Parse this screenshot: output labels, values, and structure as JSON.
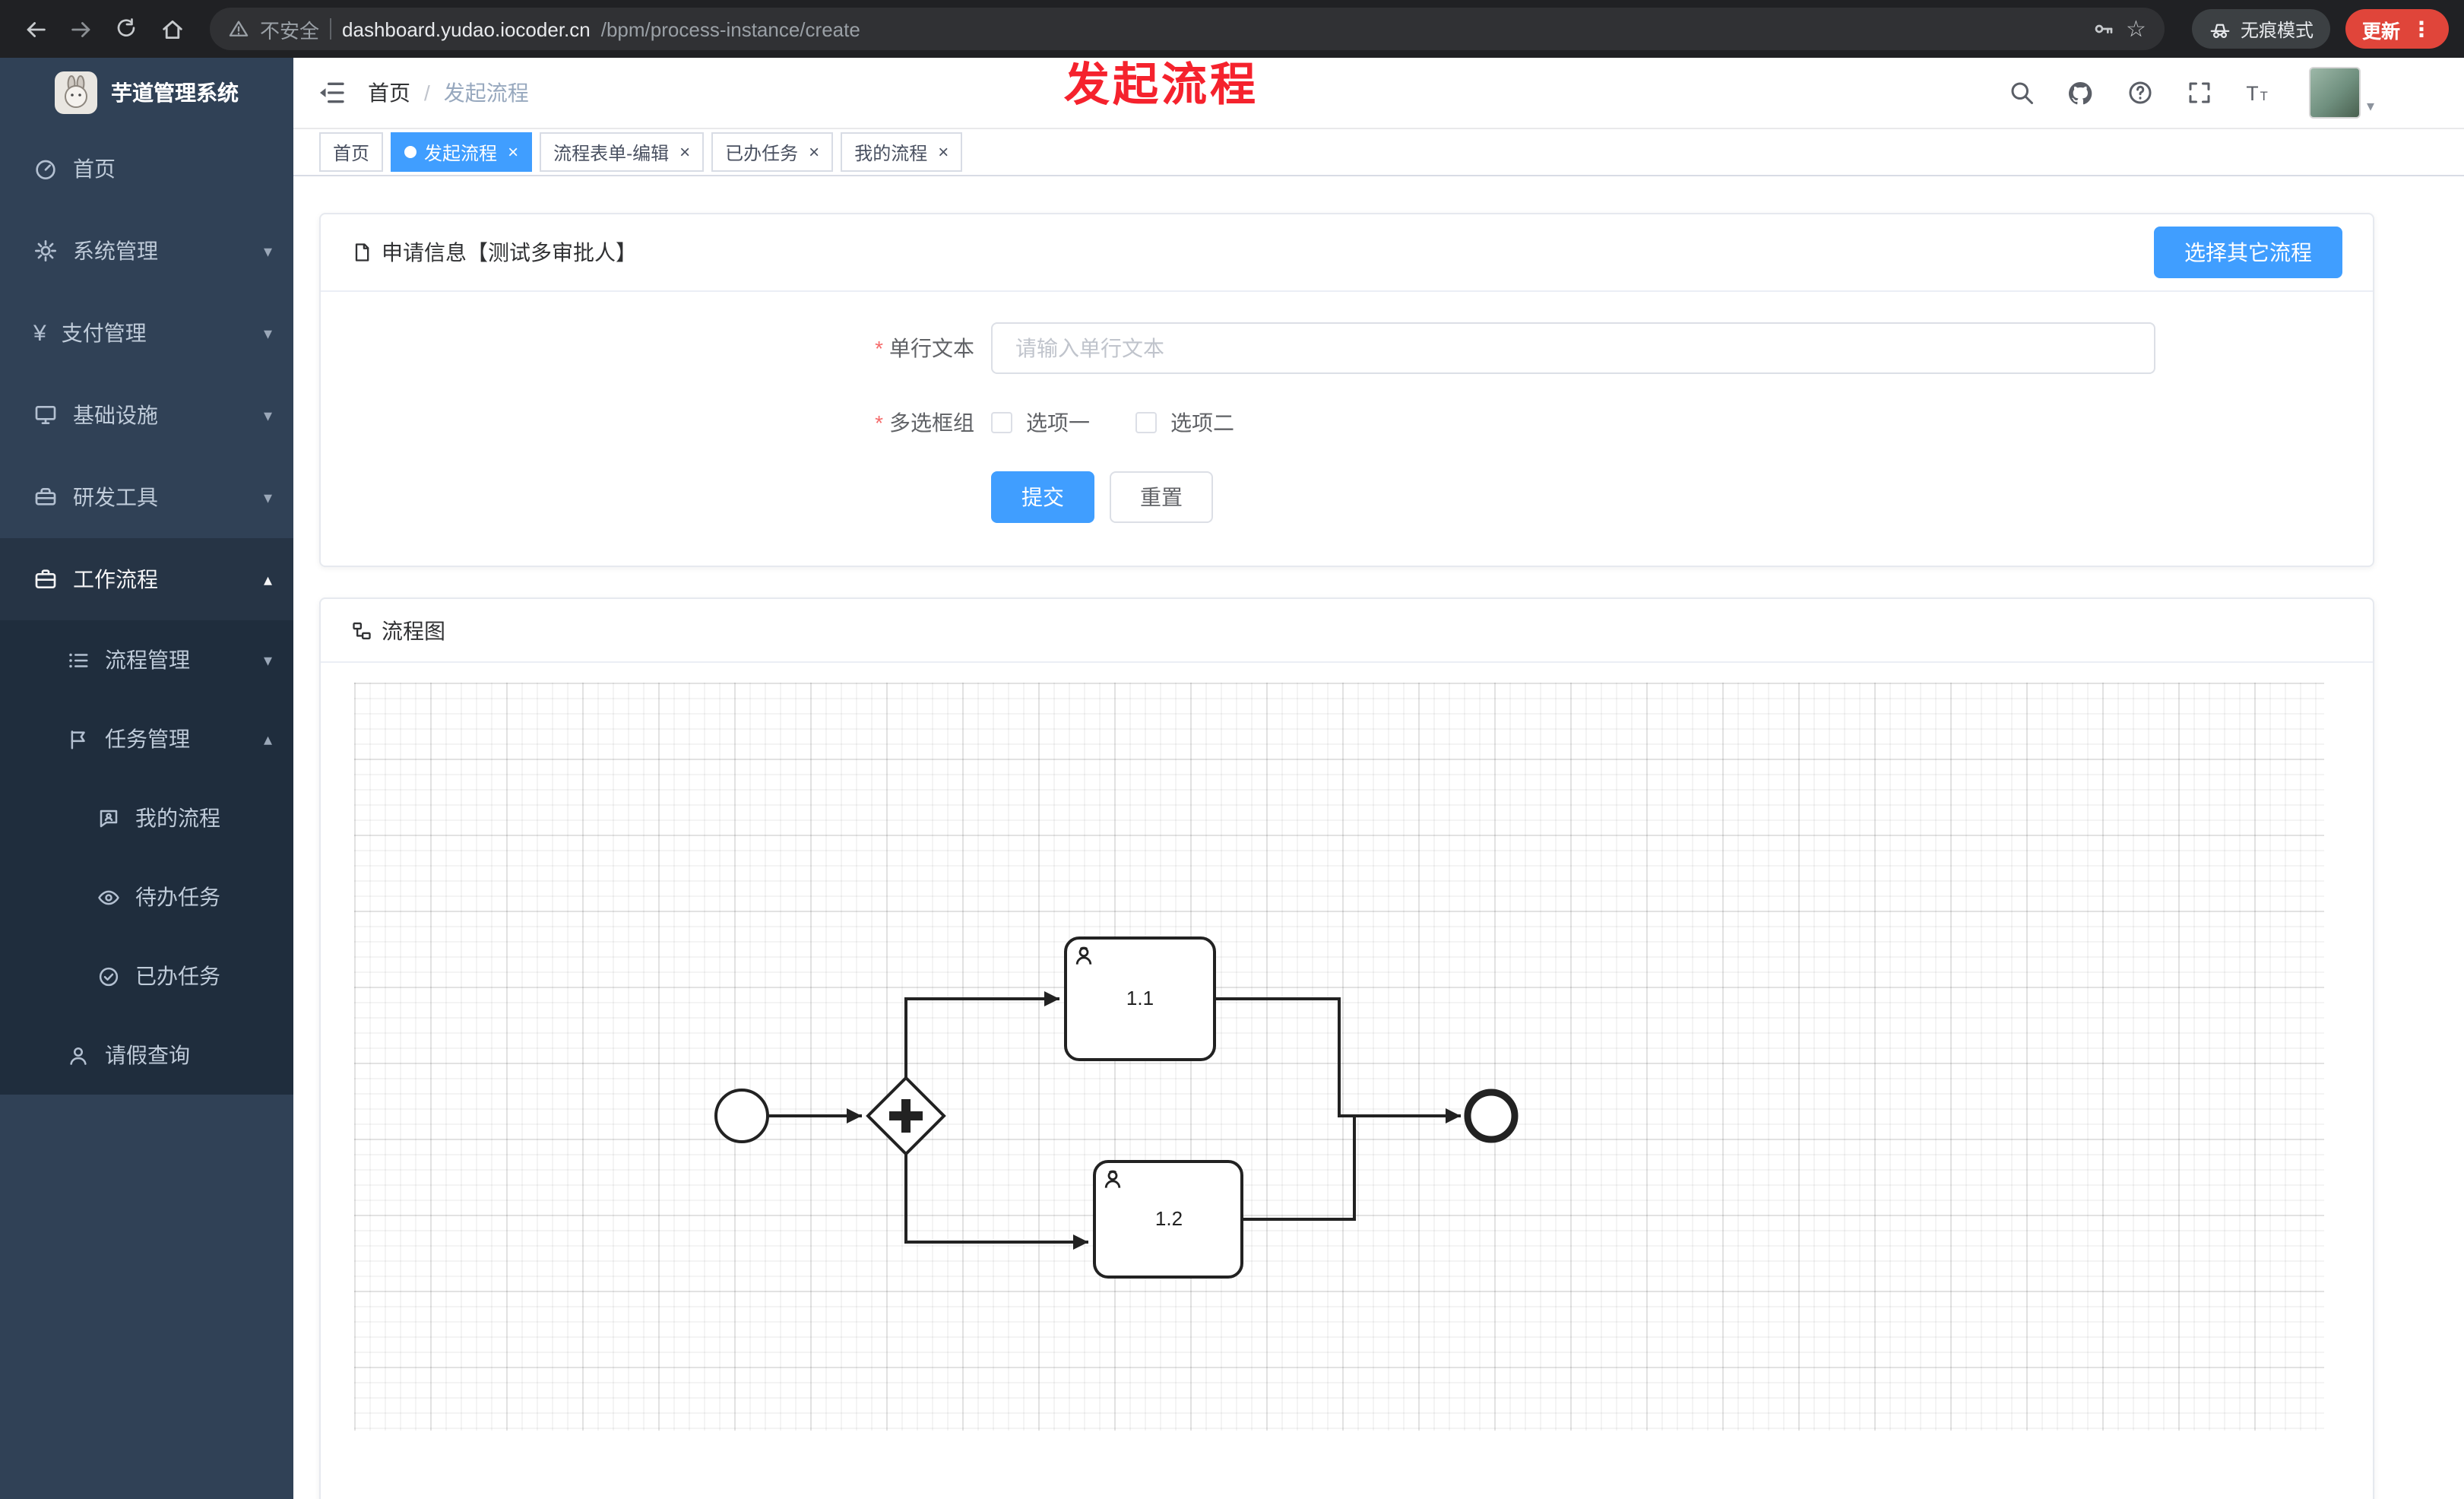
{
  "overlay": {
    "title": "发起流程"
  },
  "browser": {
    "security_label": "不安全",
    "url_host": "dashboard.yudao.iocoder.cn",
    "url_path": "/bpm/process-instance/create",
    "incognito_label": "无痕模式",
    "update_label": "更新"
  },
  "sidebar": {
    "app_title": "芋道管理系统",
    "menu": [
      {
        "label": "首页"
      },
      {
        "label": "系统管理"
      },
      {
        "label": "支付管理"
      },
      {
        "label": "基础设施"
      },
      {
        "label": "研发工具"
      },
      {
        "label": "工作流程"
      }
    ],
    "submenu": [
      {
        "label": "流程管理"
      },
      {
        "label": "任务管理"
      },
      {
        "label": "我的流程"
      },
      {
        "label": "待办任务"
      },
      {
        "label": "已办任务"
      },
      {
        "label": "请假查询"
      }
    ]
  },
  "header": {
    "breadcrumb_home": "首页",
    "breadcrumb_current": "发起流程"
  },
  "tabs": [
    {
      "label": "首页"
    },
    {
      "label": "发起流程"
    },
    {
      "label": "流程表单-编辑"
    },
    {
      "label": "已办任务"
    },
    {
      "label": "我的流程"
    }
  ],
  "form_card": {
    "title": "申请信息【测试多审批人】",
    "select_other_label": "选择其它流程",
    "text_field": {
      "label": "单行文本",
      "placeholder": "请输入单行文本",
      "value": ""
    },
    "checkbox_group": {
      "label": "多选框组",
      "options": [
        {
          "label": "选项一"
        },
        {
          "label": "选项二"
        }
      ]
    },
    "submit_label": "提交",
    "reset_label": "重置"
  },
  "diagram_card": {
    "title": "流程图",
    "tasks": [
      {
        "label": "1.1"
      },
      {
        "label": "1.2"
      }
    ]
  },
  "colors": {
    "primary": "#409eff",
    "danger": "#f5222d",
    "sidebar_bg": "#304156",
    "submenu_bg": "#1f2d3d"
  }
}
